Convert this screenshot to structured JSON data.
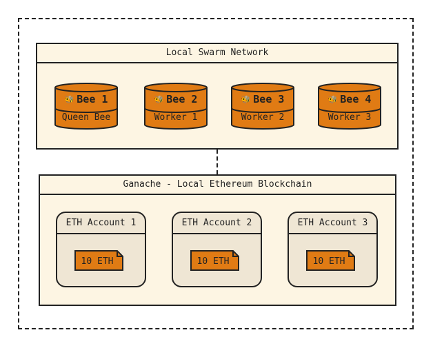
{
  "swarm": {
    "title": "Local Swarm Network",
    "nodes": [
      {
        "icon": "bee-icon",
        "name": "Bee 1",
        "role": "Queen Bee"
      },
      {
        "icon": "bee-icon",
        "name": "Bee 2",
        "role": "Worker 1"
      },
      {
        "icon": "bee-icon",
        "name": "Bee 3",
        "role": "Worker 2"
      },
      {
        "icon": "bee-icon",
        "name": "Bee 4",
        "role": "Worker 3"
      }
    ]
  },
  "ganache": {
    "title": "Ganache - Local Ethereum Blockchain",
    "accounts": [
      {
        "label": "ETH Account 1",
        "balance": "10 ETH"
      },
      {
        "label": "ETH Account 2",
        "balance": "10 ETH"
      },
      {
        "label": "ETH Account 3",
        "balance": "10 ETH"
      }
    ]
  },
  "colors": {
    "panel_bg": "#fdf5e3",
    "node_fill": "#e07b14",
    "account_bg": "#efe6d4",
    "stroke": "#222222"
  }
}
